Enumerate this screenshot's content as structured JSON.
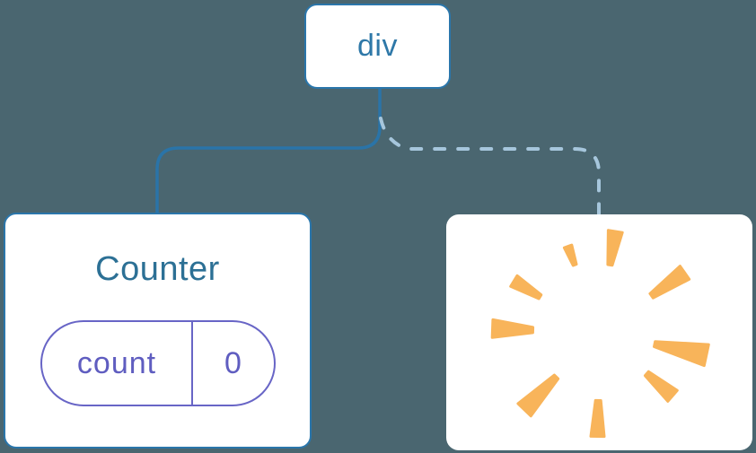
{
  "colors": {
    "background": "#4a6670",
    "node_border": "#2a76ab",
    "node_text": "#2e78a8",
    "counter_title": "#2c7095",
    "state_accent": "#6865c6",
    "state_text": "#5f5dc0",
    "edge_solid": "#2a74a8",
    "edge_dashed": "#a6c6dc",
    "poof": "#f8b45a"
  },
  "diagram": {
    "root_node": {
      "label": "div"
    },
    "counter_node": {
      "title": "Counter",
      "state": {
        "key": "count",
        "value": "0"
      },
      "edge": "solid"
    },
    "removed_node": {
      "icon": "poof-icon",
      "edge": "dashed"
    }
  }
}
